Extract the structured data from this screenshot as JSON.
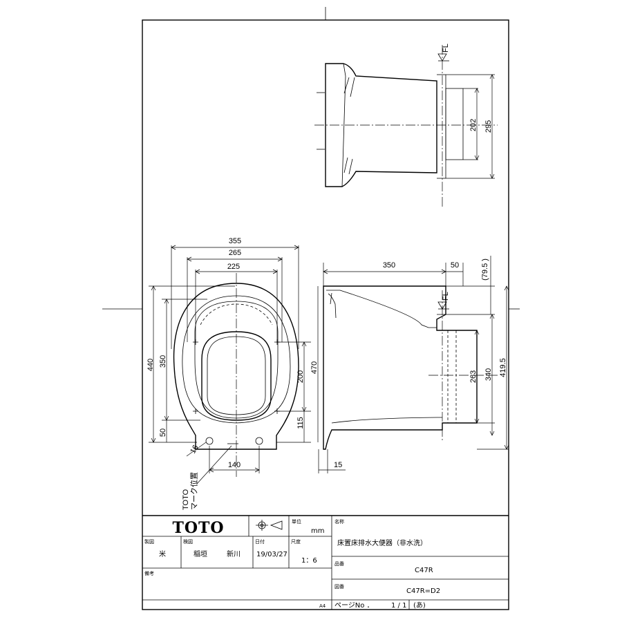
{
  "dimensions_top": {
    "w355": "355",
    "w265": "265",
    "w225": "225",
    "w350": "350",
    "w50": "50",
    "w79_5": "(79.5 )"
  },
  "dimensions_plan": {
    "h440": "440",
    "h350": "350",
    "h200": "200",
    "h470": "470",
    "h115": "115",
    "h50": "50",
    "d16": "16",
    "w140": "140"
  },
  "dimensions_side": {
    "h263": "263",
    "h340": "340",
    "h419_5": "419.5",
    "w15": "15"
  },
  "dimensions_rear": {
    "h202": "202",
    "h295": "295"
  },
  "floor_label": "FL",
  "mark_note": "TOTO\nマーク位置",
  "title_block": {
    "logo": "TOTO",
    "unit_label": "単位",
    "unit": "mm",
    "name_label": "名称",
    "name": "床置床排水大便器（非水洗）",
    "drawn_label": "製図",
    "drawn": "米",
    "checked_label": "検図",
    "checked_a": "稲垣",
    "checked_b": "新川",
    "date_label": "日付",
    "date": "19/03/27",
    "scale_label": "尺度",
    "scale": "1：6",
    "product_label": "品番",
    "product": "C47R",
    "drawing_label": "図番",
    "drawing": "C47R=D2",
    "remarks_label": "備考",
    "paper": "A4",
    "page_label": "ページNo ．",
    "page": "1 / 1",
    "rev": "(あ)"
  }
}
